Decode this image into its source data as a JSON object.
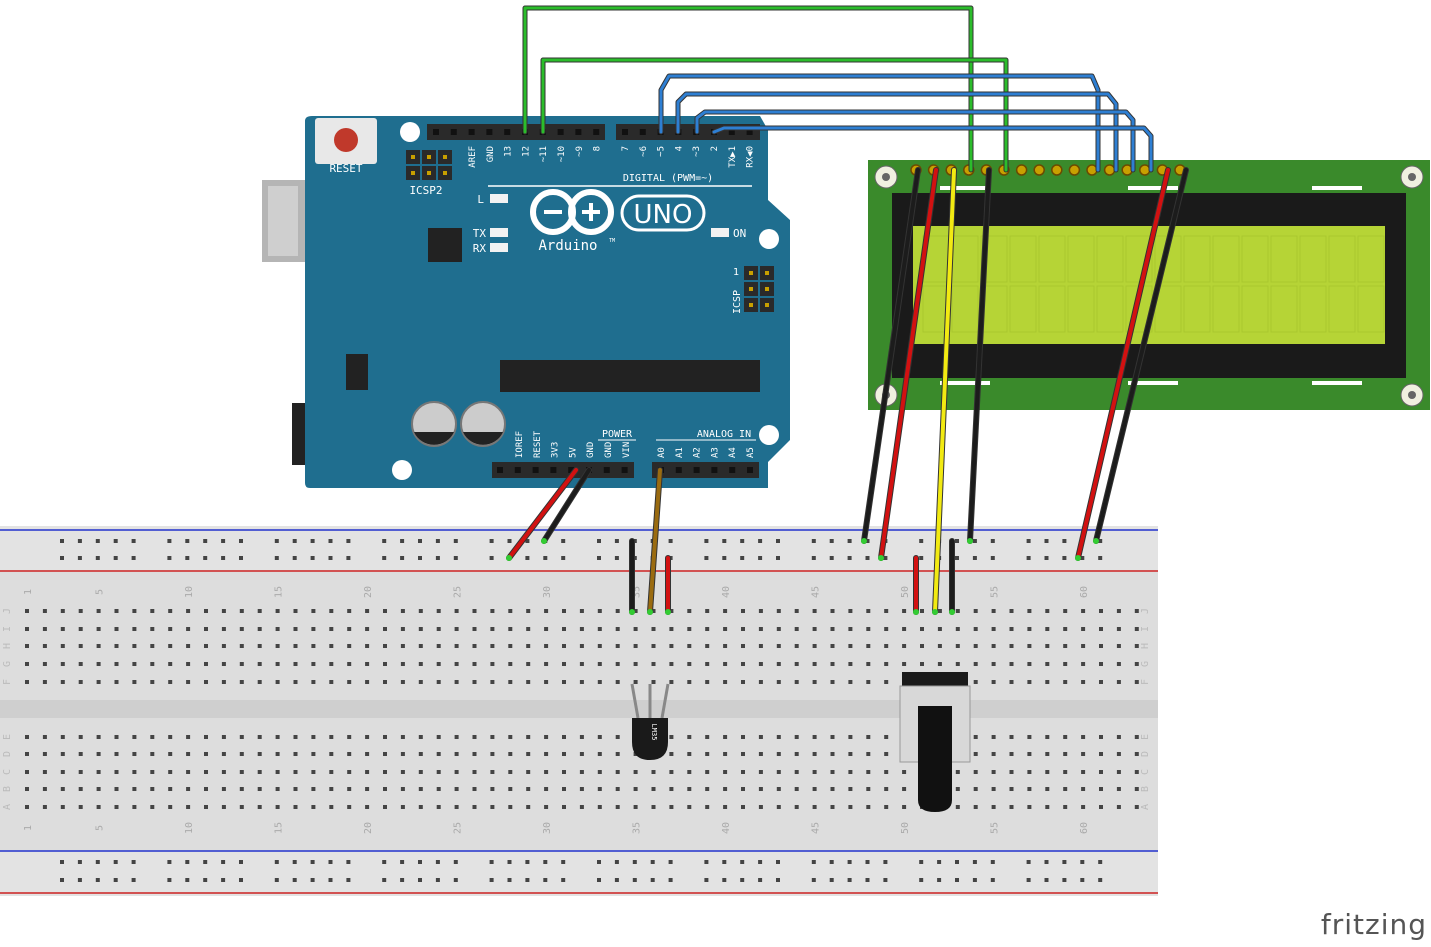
{
  "arduino": {
    "reset_label": "RESET",
    "icsp2_label": "ICSP2",
    "icsp_label": "ICSP",
    "digital_header": "DIGITAL (PWM=~)",
    "power_label": "POWER",
    "analog_label": "ANALOG IN",
    "logo_text": "Arduino",
    "tm": "TM",
    "uno_text": "UNO",
    "led_l": "L",
    "led_tx": "TX",
    "led_rx": "RX",
    "led_on": "ON",
    "icsp_pin1": "1",
    "digital_pins_left": [
      "AREF",
      "GND",
      "13",
      "12",
      "~11",
      "~10",
      "~9",
      "8"
    ],
    "digital_pins_right": [
      "7",
      "~6",
      "~5",
      "4",
      "~3",
      "2",
      "TX▶1",
      "RX◀0"
    ],
    "power_pins": [
      "IOREF",
      "RESET",
      "3V3",
      "5V",
      "GND",
      "GND",
      "VIN"
    ],
    "analog_pins": [
      "A0",
      "A1",
      "A2",
      "A3",
      "A4",
      "A5"
    ]
  },
  "breadboard": {
    "column_labels": [
      "1",
      "5",
      "10",
      "15",
      "20",
      "25",
      "30",
      "35",
      "40",
      "45",
      "50",
      "55",
      "60"
    ],
    "row_labels_top": [
      "J",
      "I",
      "H",
      "G",
      "F"
    ],
    "row_labels_bottom": [
      "E",
      "D",
      "C",
      "B",
      "A"
    ]
  },
  "sensor": {
    "label": "LM35"
  },
  "brand": "fritzing",
  "colors": {
    "board": "#1f6e8f",
    "lcd_pcb": "#3a8a2b",
    "lcd_screen": "#b6d436",
    "wire_green": "#2bbd2b",
    "wire_blue": "#2e7fd3",
    "wire_red": "#d21111",
    "wire_black": "#1c1c1c",
    "wire_yellow": "#f2ea12",
    "wire_brown": "#9a6b10"
  }
}
